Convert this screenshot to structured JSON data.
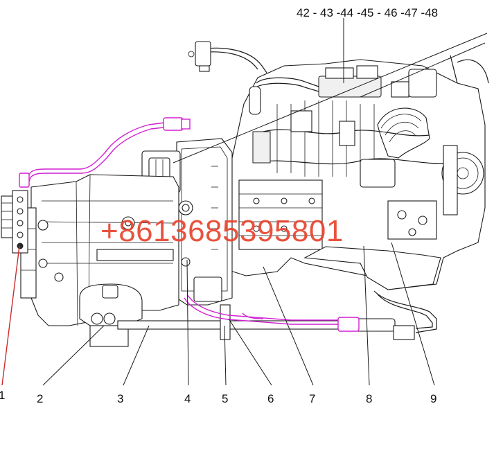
{
  "header_callout": "42 - 43 -44 -45 - 46 -47 -48",
  "callouts": [
    "1",
    "2",
    "3",
    "4",
    "5",
    "6",
    "7",
    "8",
    "9"
  ],
  "watermark": "+8613685395801",
  "colors": {
    "linework": "#1a1a1a",
    "hose_highlight": "#d21fd2",
    "watermark": "#e8442e",
    "leader_highlight": "#cc2a2a"
  }
}
